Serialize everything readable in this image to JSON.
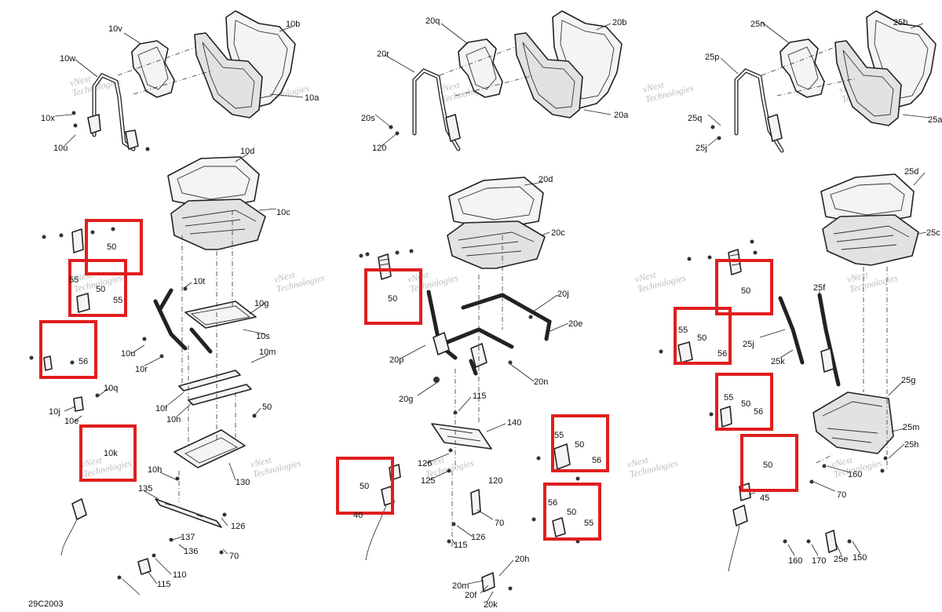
{
  "diagram_code": "29C2003",
  "watermark": {
    "line1": "vNext",
    "line2": "Technologies"
  },
  "accent_color": "#e01e1e",
  "labels": {
    "c1": [
      "10v",
      "10w",
      "10b",
      "10x",
      "10u",
      "10a",
      "10d",
      "10c",
      "50",
      "55",
      "55",
      "50",
      "56",
      "10t",
      "10g",
      "10u",
      "10r",
      "10s",
      "10m",
      "10q",
      "10j",
      "10e",
      "10f",
      "10n",
      "50",
      "10k",
      "10h",
      "130",
      "135",
      "126",
      "137",
      "136",
      "70",
      "110",
      "115"
    ],
    "c2": [
      "20q",
      "20b",
      "20r",
      "20a",
      "20s",
      "120",
      "20d",
      "20c",
      "50",
      "20j",
      "20e",
      "20p",
      "20n",
      "20g",
      "115",
      "140",
      "126",
      "125",
      "50",
      "40",
      "55",
      "50",
      "56",
      "120",
      "70",
      "126",
      "56",
      "50",
      "55",
      "115",
      "20h",
      "20m",
      "20f",
      "20k"
    ],
    "c3": [
      "25n",
      "25b",
      "25p",
      "25a",
      "25q",
      "25j",
      "25d",
      "25c",
      "50",
      "25f",
      "55",
      "50",
      "56",
      "25j",
      "25k",
      "55",
      "50",
      "56",
      "25g",
      "50",
      "45",
      "25m",
      "25h",
      "160",
      "70",
      "160",
      "170",
      "25e",
      "150"
    ]
  }
}
